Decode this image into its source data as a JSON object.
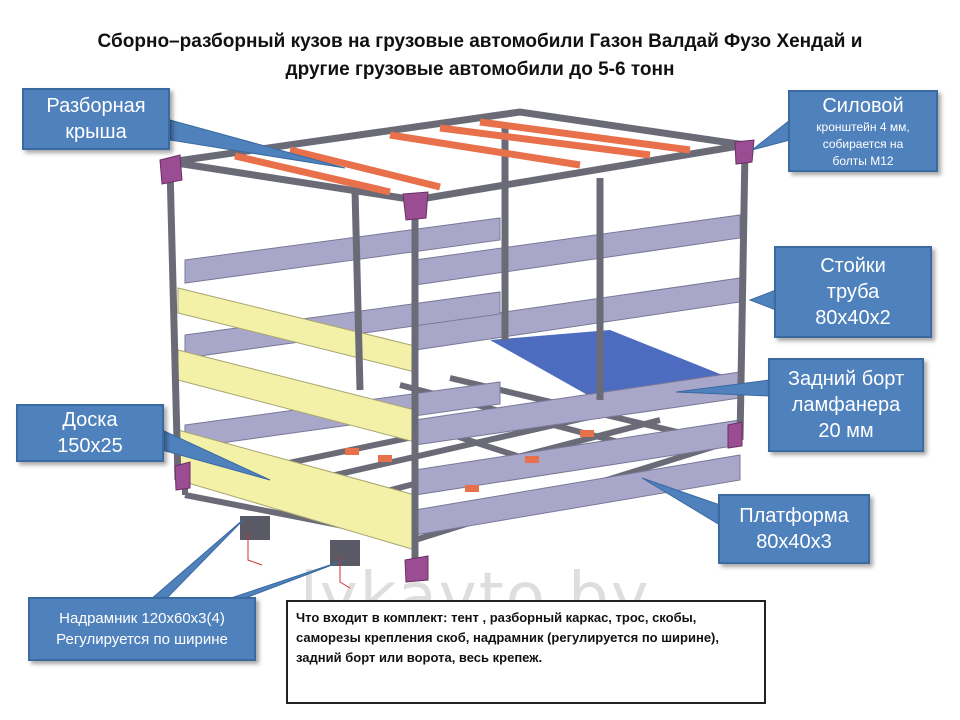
{
  "title": {
    "line1": "Сборно–разборный кузов на грузовые автомобили Газон Валдай Фузо  Хендай и",
    "line2": "другие грузовые автомобили до 5-6 тонн"
  },
  "callouts": {
    "roof": {
      "line1": "Разборная",
      "line2": "крыша"
    },
    "bracket": {
      "line1": "Силовой",
      "line2": "кронштейн  4 мм,",
      "line3": "собирается на",
      "line4": "болты М12"
    },
    "posts": {
      "line1": "Стойки",
      "line2": "труба",
      "line3": "80х40х2"
    },
    "tailgate": {
      "line1": "Задний борт",
      "line2": "ламфанера",
      "line3": "20 мм"
    },
    "board": {
      "line1": "Доска",
      "line2": "150х25"
    },
    "platform": {
      "line1": "Платформа",
      "line2": "80х40х3"
    },
    "subframe": {
      "line1": "Надрамник 120х60х3(4)",
      "line2": "Регулируется по ширине"
    }
  },
  "kit_note": "Что входит в комплект: тент , разборный каркас, трос, скобы, саморезы крепления скоб, надрамник (регулируется по ширине), задний борт или ворота, весь крепеж.",
  "watermark": "lykavto.by",
  "colors": {
    "callout_fill": "#4f81bd",
    "frame_steel": "#6b6b78",
    "board_yellow": "#f3f0a8",
    "board_lavender": "#a9a7c9",
    "roof_bars": "#e8704a",
    "corner_bracket": "#9a4d92",
    "tailgate_blue": "#3b5cb8"
  }
}
